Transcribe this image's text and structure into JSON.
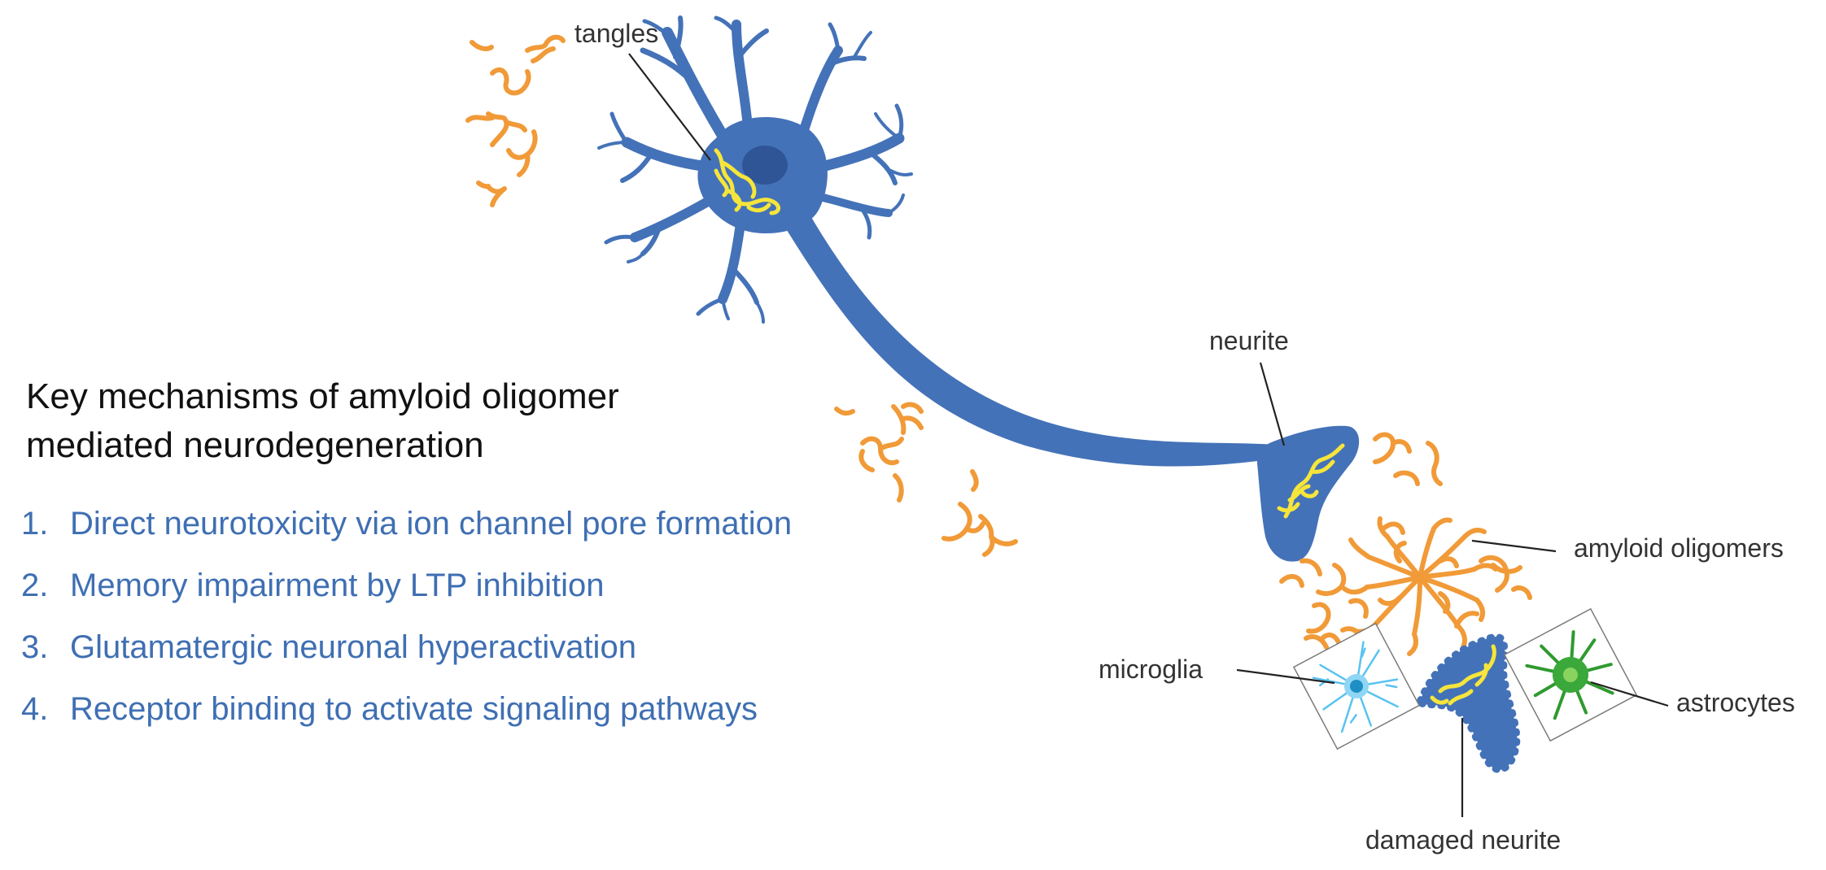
{
  "heading": {
    "line1": "Key mechanisms of amyloid oligomer",
    "line2": "mediated neurodegeneration"
  },
  "mechanisms": [
    {
      "number": "1.",
      "text": "Direct neurotoxicity via ion channel pore formation"
    },
    {
      "number": "2.",
      "text": "Memory impairment by LTP inhibition"
    },
    {
      "number": "3.",
      "text": "Glutamatergic neuronal hyperactivation"
    },
    {
      "number": "4.",
      "text": "Receptor binding to activate signaling pathways"
    }
  ],
  "labels": {
    "tangles": "tangles",
    "neurite": "neurite",
    "amyloid_oligomers": "amyloid oligomers",
    "microglia": "microglia",
    "astrocytes": "astrocytes",
    "damaged_neurite": "damaged neurite"
  },
  "colors": {
    "neuron": "#4472b8",
    "nucleus": "#2f5597",
    "tangles": "#f6e53b",
    "amyloid": "#f19a38",
    "list_text": "#3f6fb3",
    "microglia": "#59c3f0",
    "astrocyte": "#2f9a2f"
  }
}
